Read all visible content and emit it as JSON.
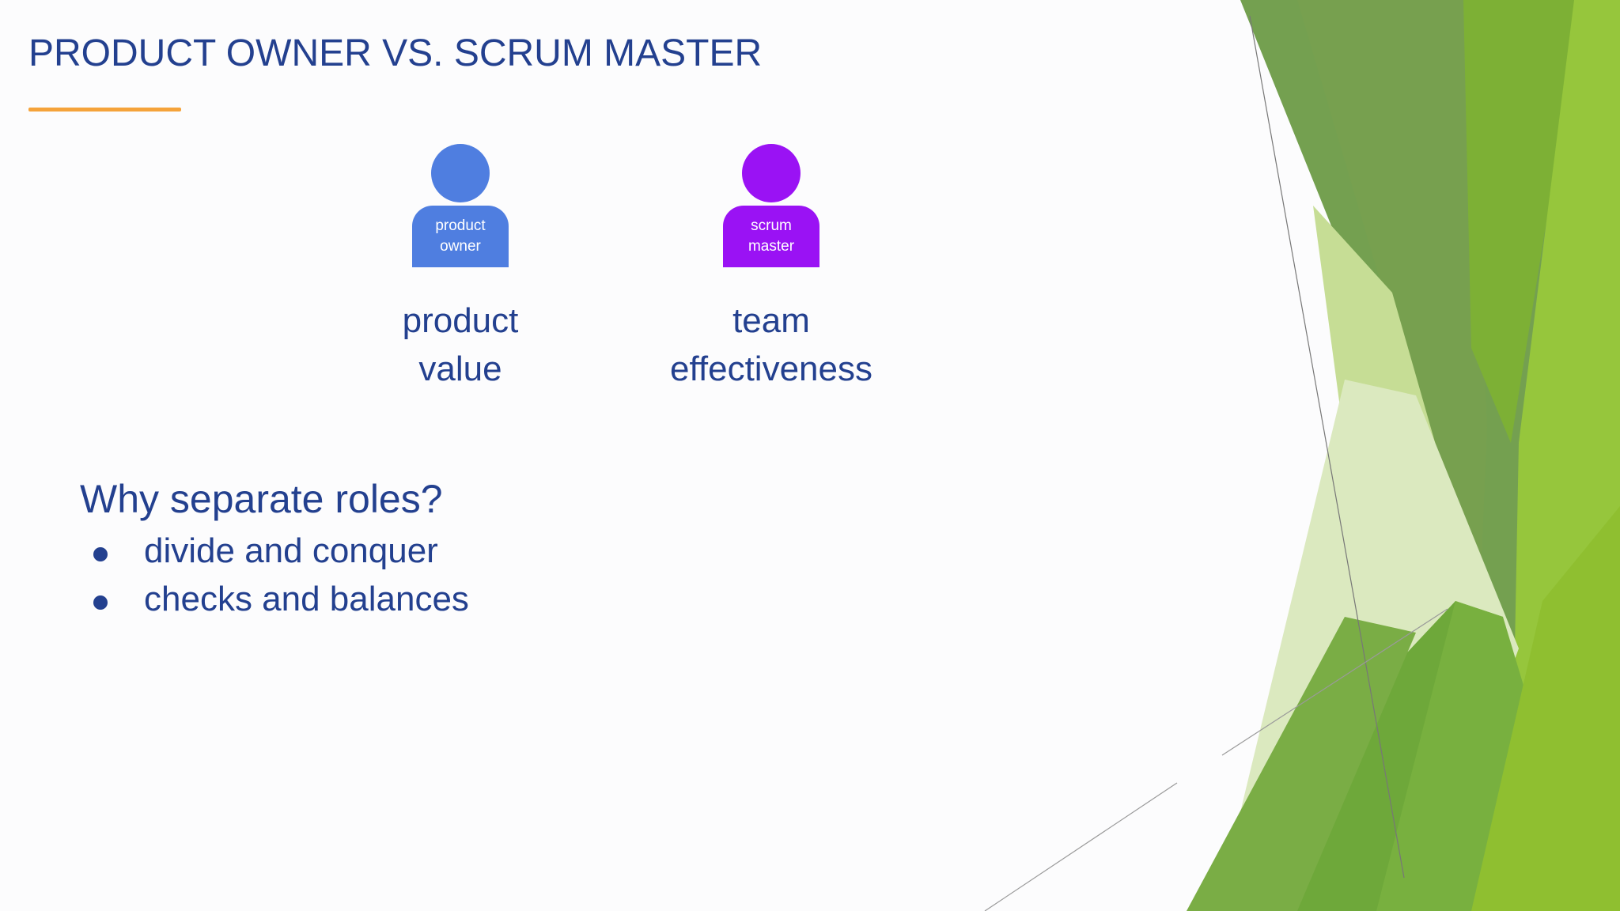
{
  "slide": {
    "title": "PRODUCT OWNER VS. SCRUM MASTER",
    "accent_color": "#f5a33a",
    "text_color": "#23408f"
  },
  "roles": [
    {
      "icon": "person-icon",
      "badge_line1": "product",
      "badge_line2": "owner",
      "color": "#4f7ee0",
      "caption_line1": "product",
      "caption_line2": "value"
    },
    {
      "icon": "person-icon",
      "badge_line1": "scrum",
      "badge_line2": "master",
      "color": "#9a12f4",
      "caption_line1": "team",
      "caption_line2": "effectiveness"
    }
  ],
  "why": {
    "question": "Why separate roles?",
    "bullets": [
      "divide and conquer",
      "checks and balances"
    ]
  },
  "theme": {
    "green_dark": "#6e9a4a",
    "green_mid": "#7db63a",
    "green_light": "#9ccb3c"
  }
}
